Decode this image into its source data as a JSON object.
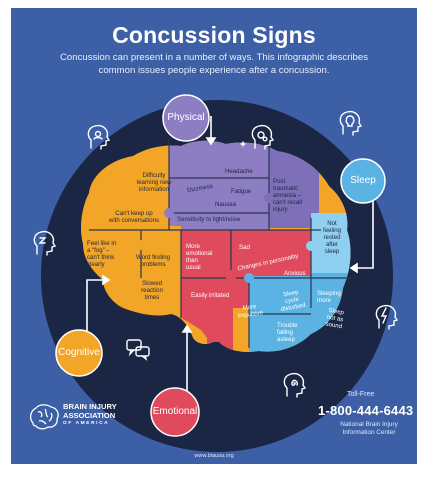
{
  "header": {
    "title": "Concussion Signs",
    "subtitle": "Concussion can present in a number of ways. This infographic describes common issues people experience after a concussion."
  },
  "categories": {
    "physical": "Physical",
    "sleep": "Sleep",
    "cognitive": "Cognitive",
    "emotional": "Emotional"
  },
  "symptoms": {
    "difficulty_learning": [
      "Difficulty",
      "learning new",
      "information"
    ],
    "cant_keep_up": [
      "Can't keep up",
      "with conversations"
    ],
    "headache": "Headache",
    "dizziness": "Dizziness",
    "fatigue": "Fatigue",
    "nausea": "Nausea",
    "sensitivity": "Sensitivity to light/noise",
    "post_traumatic": [
      "Post",
      "traumatic",
      "amnesia –",
      "can't recall",
      "injury"
    ],
    "not_feeling_rested": [
      "Not",
      "feeling",
      "rested",
      "after",
      "sleep"
    ],
    "feel_like_fog": [
      "Feel like in",
      "a “fog” –",
      "can't think",
      "clearly"
    ],
    "word_finding": [
      "Word finding",
      "problems"
    ],
    "slowed_reaction": [
      "Slowed",
      "reaction",
      "times"
    ],
    "more_emotional": [
      "More",
      "emotional",
      "than",
      "usual"
    ],
    "sad": "Sad",
    "changes_personality": "Changes in personality",
    "anxious": "Anxious",
    "easily_irritated": "Easily irritated",
    "more_impulsive": [
      "More",
      "impulsive"
    ],
    "sleep_cycle": [
      "Sleep",
      "cycle",
      "disturbed"
    ],
    "trouble_falling": [
      "Trouble",
      "falling",
      "asleep"
    ],
    "sleeping_more": [
      "Sleeping",
      "more"
    ],
    "sleep_not_sound": [
      "Sleep",
      "not as",
      "sound"
    ]
  },
  "footer": {
    "org_line1": "BRAIN INJURY",
    "org_line2": "ASSOCIATION",
    "org_line3": "OF AMERICA",
    "tollfree_label": "Toll-Free",
    "phone": "1-800-444-6443",
    "center_line1": "National Brain Injury",
    "center_line2": "Information Center",
    "website": "www.biausa.org"
  },
  "colors": {
    "background": "#3d5fa6",
    "dark_circle": "#1a2644",
    "cognitive_orange": "#f2a526",
    "physical_purple": "#8d7ec4",
    "emotional_red": "#df4b5d",
    "sleep_blue": "#5ab3e3"
  },
  "icons": [
    "head-person-icon",
    "head-gears-icon",
    "head-cross-icon",
    "head-lightbulb-icon",
    "head-zzz-icon",
    "chat-bubbles-icon",
    "head-lightning-icon",
    "head-spiral-icon",
    "brain-logo-icon"
  ]
}
